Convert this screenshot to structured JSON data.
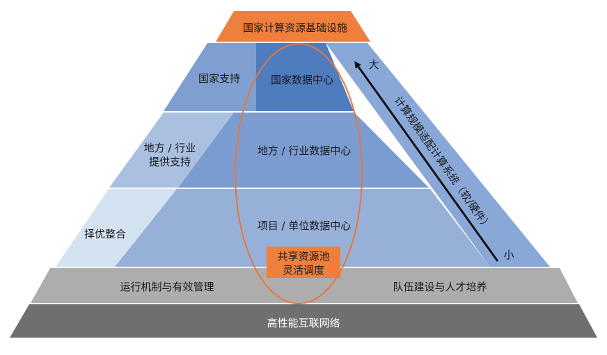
{
  "title": "国家计算资源基础设施",
  "side_labels": {
    "national": "国家支持",
    "regional_line1": "地方 / 行业",
    "regional_line2": "提供支持",
    "selection": "择优整合"
  },
  "tiers": {
    "national": "国家数据中心",
    "regional": "地方 / 行业数据中心",
    "project": "项目 / 单位数据中心"
  },
  "pool": {
    "line1": "共享资源池",
    "line2": "灵活调度"
  },
  "scale_arrow": {
    "label": "计算规模适配计算系统（软/硬件）",
    "top": "大",
    "bottom": "小"
  },
  "bottom_bars": {
    "left": "运行机制与有效管理",
    "right": "队伍建设与人才培养",
    "base": "高性能互联网络"
  },
  "colors": {
    "title_bg": "#ee7f3c",
    "national_core": "#4f7cbf",
    "regional_core": "#7b9cd1",
    "project_core": "#97b0d8",
    "left_top": "#7f9fd0",
    "left_mid": "#a9c0e1",
    "left_low": "#d4e3f2",
    "right_band": "#89a8d7",
    "grey_band": "#adadad",
    "dark_base": "#6f6f6f",
    "ellipse": "#e8763a",
    "pool_box": "#ee7f3c"
  }
}
